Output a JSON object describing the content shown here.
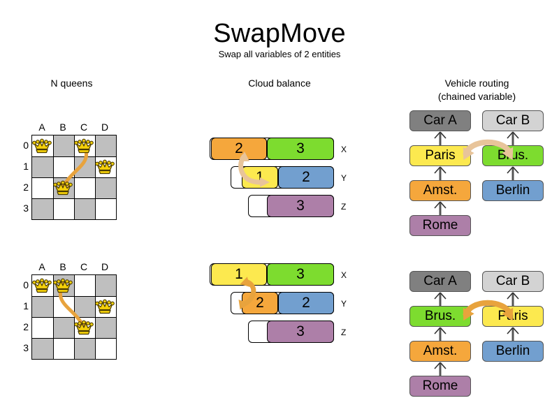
{
  "page": {
    "title": "SwapMove",
    "subtitle": "Swap all variables of 2 entities",
    "bg_color": "#ffffff"
  },
  "colors": {
    "orange": "#f5a73c",
    "green": "#7ddc2f",
    "yellow": "#fce94f",
    "blue": "#729fcf",
    "purple": "#ad7fa8",
    "gray_dark": "#808080",
    "gray_light": "#d3d3d3",
    "board_dark": "#bfbfbf",
    "board_light": "#ffffff",
    "arrow_light": "#e8c49a",
    "arrow_strong": "#e8a33d",
    "queen": "#f5d10a",
    "outline": "#000000"
  },
  "sections": [
    {
      "id": "nqueens",
      "title": "N queens"
    },
    {
      "id": "cloud",
      "title": "Cloud balance"
    },
    {
      "id": "vrp",
      "title": "Vehicle routing\n(chained variable)",
      "title_line1": "Vehicle routing",
      "title_line2": "(chained variable)"
    }
  ],
  "nqueens": {
    "files": [
      "A",
      "B",
      "C",
      "D"
    ],
    "ranks": [
      "0",
      "1",
      "2",
      "3"
    ],
    "before": {
      "queens": [
        {
          "file": "A",
          "rank": "0"
        },
        {
          "file": "C",
          "rank": "0"
        },
        {
          "file": "D",
          "rank": "1"
        },
        {
          "file": "B",
          "rank": "2"
        }
      ],
      "move": {
        "from": {
          "file": "C",
          "rank": "0"
        },
        "to": {
          "file": "B",
          "rank": "2"
        },
        "style": "single-head"
      }
    },
    "after": {
      "queens": [
        {
          "file": "A",
          "rank": "0"
        },
        {
          "file": "B",
          "rank": "0"
        },
        {
          "file": "D",
          "rank": "1"
        },
        {
          "file": "C",
          "rank": "2"
        }
      ],
      "move": {
        "from": {
          "file": "B",
          "rank": "0"
        },
        "to": {
          "file": "C",
          "rank": "2"
        },
        "style": "double-head"
      }
    }
  },
  "cloud": {
    "before": {
      "rows": [
        {
          "label": "X",
          "segments": [
            {
              "value": "2",
              "color": "orange"
            },
            {
              "value": "3",
              "color": "green"
            }
          ]
        },
        {
          "label": "Y",
          "segments": [
            {
              "value": "1",
              "color": "yellow"
            },
            {
              "value": "2",
              "color": "blue"
            }
          ]
        },
        {
          "label": "Z",
          "segments": [
            {
              "value": "3",
              "color": "purple"
            }
          ]
        }
      ],
      "arrow": {
        "style": "double-head",
        "color": "arrow_light",
        "from_row": "Y",
        "to_row": "X"
      }
    },
    "after": {
      "rows": [
        {
          "label": "X",
          "segments": [
            {
              "value": "1",
              "color": "yellow"
            },
            {
              "value": "3",
              "color": "green"
            }
          ]
        },
        {
          "label": "Y",
          "segments": [
            {
              "value": "2",
              "color": "orange"
            },
            {
              "value": "2",
              "color": "blue"
            }
          ]
        },
        {
          "label": "Z",
          "segments": [
            {
              "value": "3",
              "color": "purple"
            }
          ]
        }
      ],
      "arrow": {
        "style": "double-head",
        "color": "arrow_strong",
        "from_row": "X",
        "to_row": "Y"
      }
    }
  },
  "vrp": {
    "before": {
      "left_chain": [
        {
          "label": "Car A",
          "color": "gray_dark"
        },
        {
          "label": "Paris",
          "color": "yellow"
        },
        {
          "label": "Amst.",
          "color": "orange"
        },
        {
          "label": "Rome",
          "color": "purple"
        }
      ],
      "right_chain": [
        {
          "label": "Car B",
          "color": "gray_light"
        },
        {
          "label": "Brus.",
          "color": "green"
        },
        {
          "label": "Berlin",
          "color": "blue"
        }
      ],
      "swap_arrow": {
        "style": "double-head",
        "color": "arrow_light",
        "between": [
          "Paris",
          "Brus."
        ]
      }
    },
    "after": {
      "left_chain": [
        {
          "label": "Car A",
          "color": "gray_dark"
        },
        {
          "label": "Brus.",
          "color": "green"
        },
        {
          "label": "Amst.",
          "color": "orange"
        },
        {
          "label": "Rome",
          "color": "purple"
        }
      ],
      "right_chain": [
        {
          "label": "Car B",
          "color": "gray_light"
        },
        {
          "label": "Paris",
          "color": "yellow"
        },
        {
          "label": "Berlin",
          "color": "blue"
        }
      ],
      "swap_arrow": {
        "style": "double-head",
        "color": "arrow_strong",
        "between": [
          "Brus.",
          "Paris"
        ]
      }
    }
  }
}
